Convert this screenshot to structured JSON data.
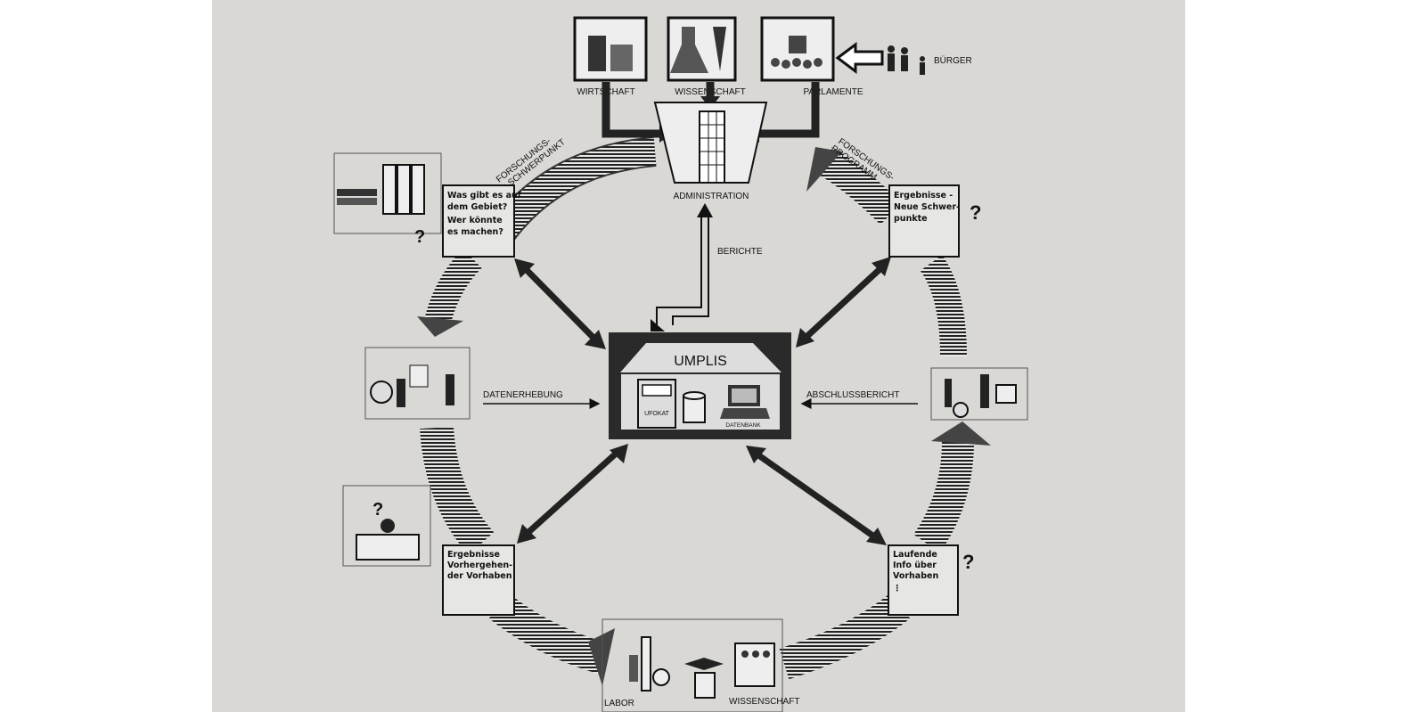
{
  "center": {
    "title": "UMPLIS",
    "left_label": "UFOKAT",
    "right_label": "DATENBANK"
  },
  "top_sources": {
    "wirtschaft": "WIRTSCHAFT",
    "wissenschaft": "WISSENSCHAFT",
    "parlamente": "PARLAMENTE",
    "buerger": "BÜRGER"
  },
  "administration": "ADMINISTRATION",
  "berichte": "BERICHTE",
  "arc_labels": {
    "left": [
      "FORSCHUNGS-",
      "SCHWERPUNKT"
    ],
    "right": [
      "FORSCHUNGS-",
      "PROGRAMM"
    ]
  },
  "boxes": {
    "top_left": [
      "Was gibt es auf",
      "dem Gebiet?",
      "Wer könnte",
      "es machen?"
    ],
    "top_right": [
      "Ergebnisse -",
      "Neue Schwer-",
      "punkte"
    ],
    "bottom_left": [
      "Ergebnisse",
      "Vorhergehen-",
      "der Vorhaben"
    ],
    "bottom_right": [
      "Laufende",
      "Info über",
      "Vorhaben",
      "⋮"
    ]
  },
  "flows": {
    "left": "DATENERHEBUNG",
    "right": "ABSCHLUSSBERICHT"
  },
  "bottom": {
    "labor": "LABOR",
    "wissenschaft": "WISSENSCHAFT"
  },
  "question_mark": "?"
}
